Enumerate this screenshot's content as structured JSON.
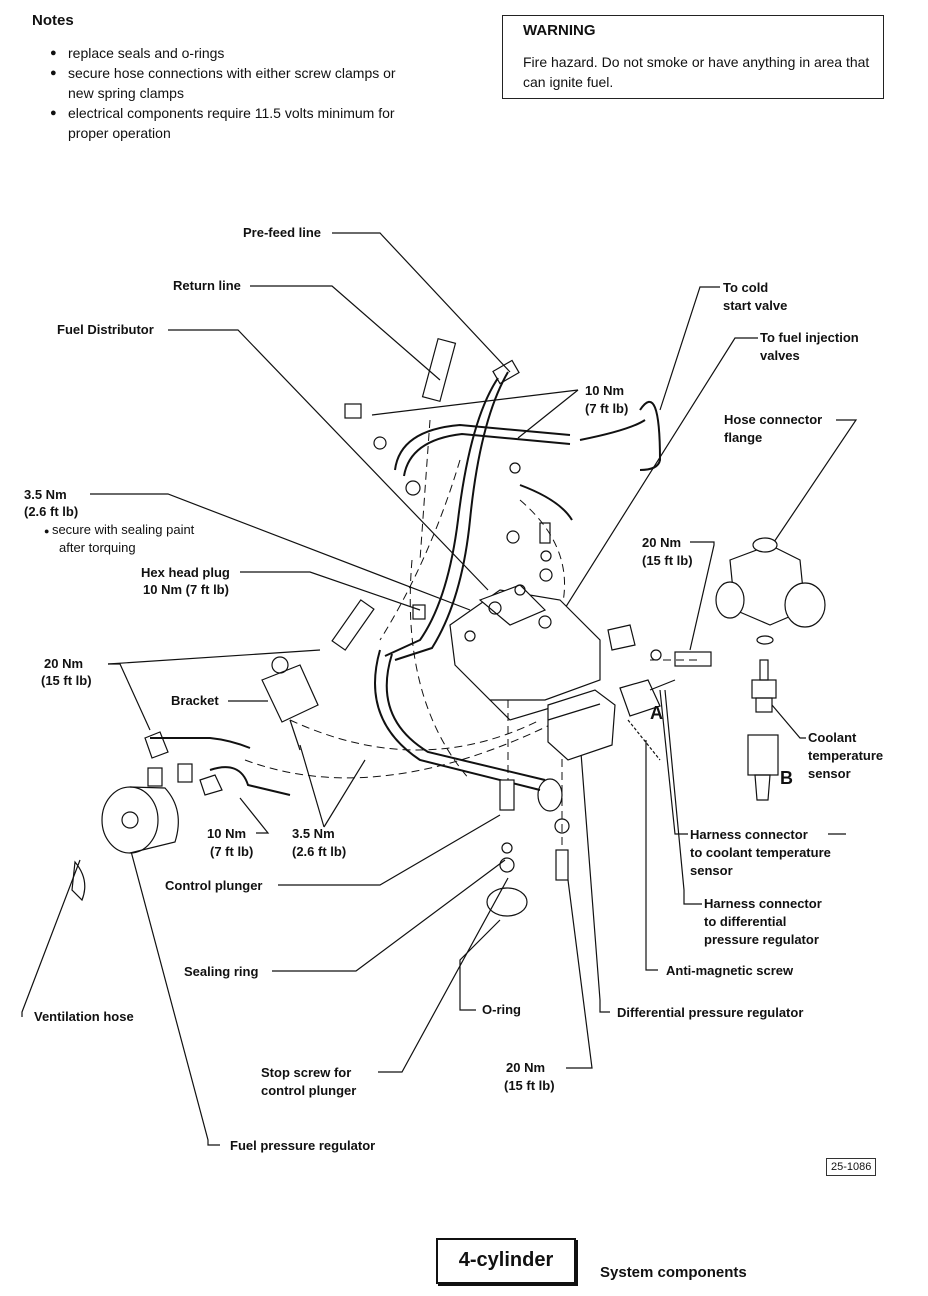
{
  "notes": {
    "title": "Notes",
    "items": [
      "replace seals and o-rings",
      "secure hose connections with either screw clamps or new spring clamps",
      "electrical components require 11.5 volts minimum for proper operation"
    ]
  },
  "warning": {
    "title": "WARNING",
    "text": "Fire hazard. Do not smoke or have anything in area that can ignite fuel."
  },
  "labels": {
    "pre_feed_line": "Pre-feed line",
    "return_line": "Return line",
    "fuel_distributor": "Fuel Distributor",
    "torque_3_5": "3.5 Nm",
    "torque_3_5_ft": "(2.6 ft lb)",
    "sealing_paint_1": "secure with sealing paint",
    "sealing_paint_2": "after torquing",
    "hex_head_plug": "Hex head plug",
    "hex_head_torque": "10 Nm (7 ft lb)",
    "torque_20": "20 Nm",
    "torque_20_ft": "(15 ft lb)",
    "bracket": "Bracket",
    "torque_10": "10 Nm",
    "torque_10_ft": "(7 ft lb)",
    "control_plunger": "Control plunger",
    "sealing_ring": "Sealing ring",
    "ventilation_hose": "Ventilation hose",
    "stop_screw_1": "Stop screw for",
    "stop_screw_2": "control plunger",
    "fuel_pressure_regulator": "Fuel pressure regulator",
    "o_ring": "O-ring",
    "diff_pressure_regulator": "Differential pressure regulator",
    "anti_magnetic_screw": "Anti-magnetic screw",
    "harness_diff_1": "Harness connector",
    "harness_diff_2": "to differential",
    "harness_diff_3": "pressure regulator",
    "harness_coolant_1": "Harness connector",
    "harness_coolant_2": "to coolant temperature",
    "harness_coolant_3": "sensor",
    "coolant_1": "Coolant",
    "coolant_2": "temperature",
    "coolant_3": "sensor",
    "hose_flange_1": "Hose connector",
    "hose_flange_2": "flange",
    "to_injection_1": "To fuel injection",
    "to_injection_2": "valves",
    "to_cold_1": "To cold",
    "to_cold_2": "start valve",
    "letter_a": "A",
    "letter_b": "B"
  },
  "figure_number": "25-1086",
  "engine": "4-cylinder",
  "caption": "System components"
}
